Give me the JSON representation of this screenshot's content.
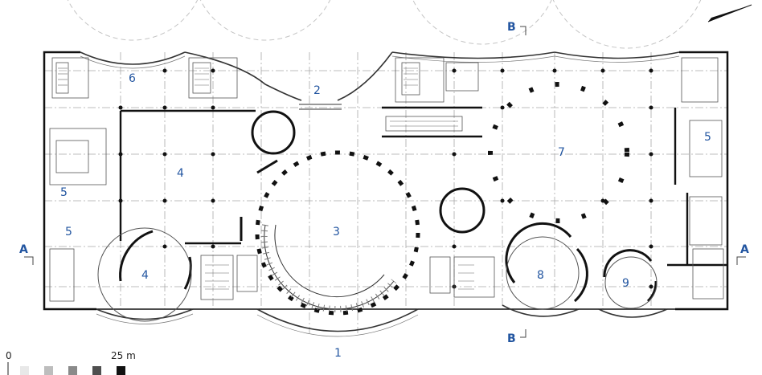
{
  "colors": {
    "label": "#2255a0",
    "wall": "#111111",
    "grid": "#9a9a9a",
    "arc": "#bdbdbd"
  },
  "rooms": {
    "r1": "1",
    "r2": "2",
    "r3": "3",
    "r4a": "4",
    "r4b": "4",
    "r5a": "5",
    "r5b": "5",
    "r5c": "5",
    "r6": "6",
    "r7": "7",
    "r8": "8",
    "r9": "9"
  },
  "sections": {
    "a_left": "A",
    "a_right": "A",
    "b_top": "B",
    "b_bottom": "B"
  },
  "scale": {
    "start": "0",
    "end": "25 m"
  },
  "icons": [
    "north-arrow-icon",
    "section-marker-icon"
  ]
}
